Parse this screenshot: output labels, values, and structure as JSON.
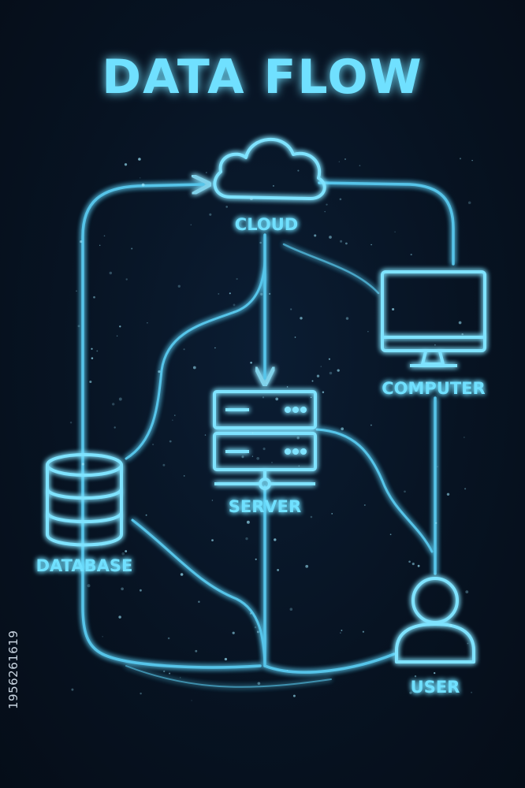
{
  "title": "DATA FLOW",
  "nodes": {
    "cloud": {
      "label": "CLOUD",
      "icon": "cloud-icon"
    },
    "computer": {
      "label": "COMPUTER",
      "icon": "monitor-icon"
    },
    "server": {
      "label": "SERVER",
      "icon": "server-icon"
    },
    "database": {
      "label": "DATABASE",
      "icon": "database-icon"
    },
    "user": {
      "label": "USER",
      "icon": "user-icon"
    }
  },
  "side_id": "1956261619",
  "colors": {
    "background": "#071322",
    "glow": "#3fc9ff",
    "line": "#5fd8ff",
    "text": "#6fe0ff"
  }
}
